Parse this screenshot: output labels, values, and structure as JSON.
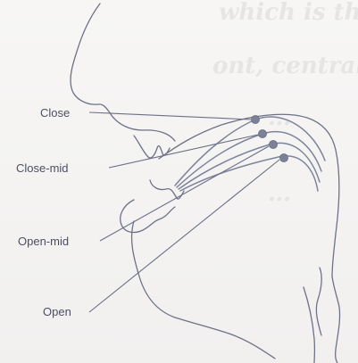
{
  "labels": {
    "close": "Close",
    "close_mid": "Close-mid",
    "open_mid": "Open-mid",
    "open": "Open"
  },
  "background_text": {
    "line1": "which is the highest",
    "line2": "ont, central or back",
    "line3": "…",
    "line4": "…"
  },
  "colors": {
    "ink": "#6e7286",
    "label": "#4a4f63",
    "dot": "#7d8198"
  }
}
